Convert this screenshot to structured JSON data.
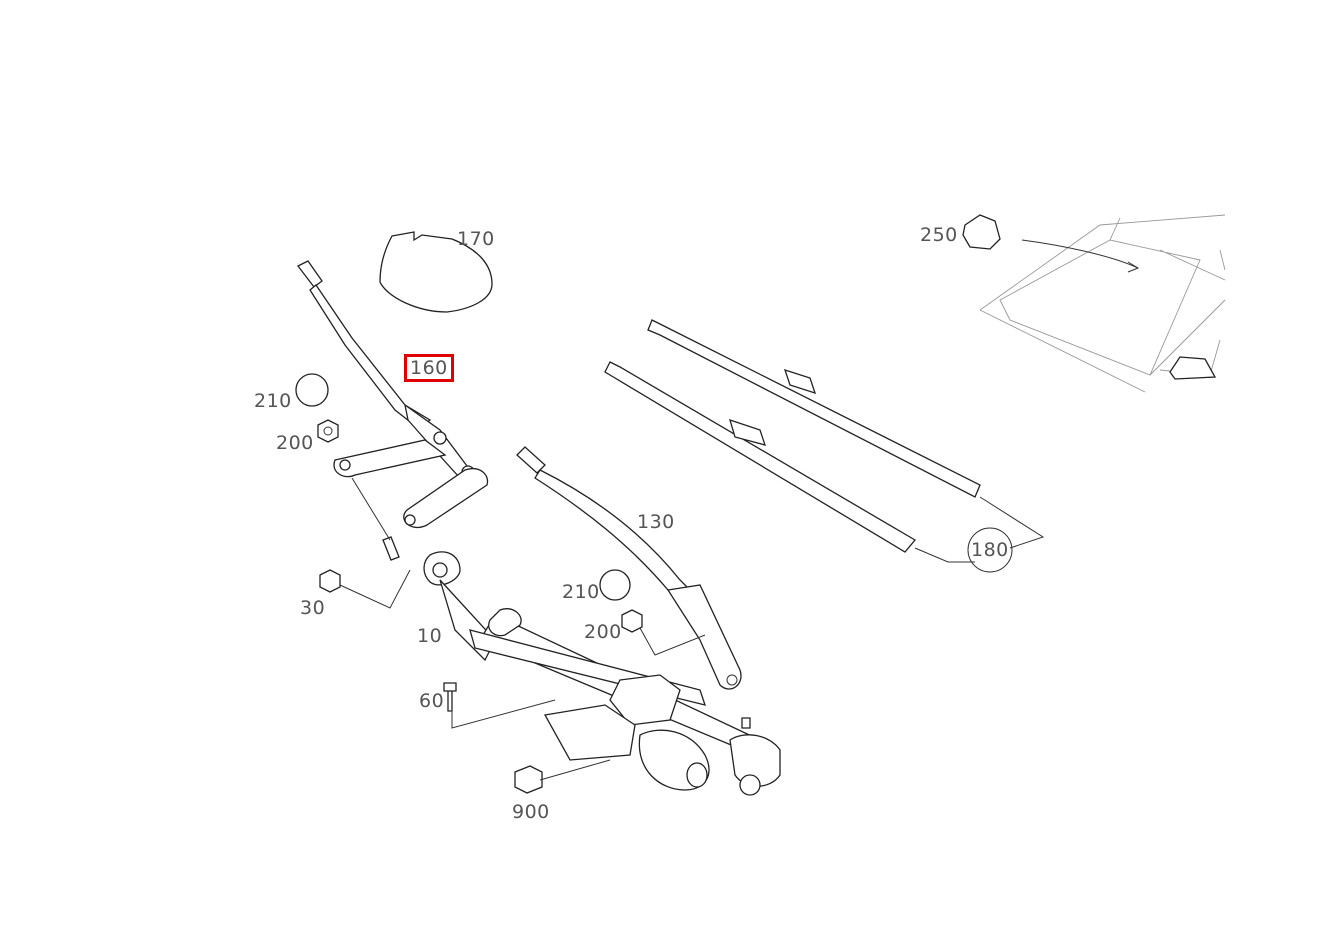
{
  "diagram": {
    "highlight_color": "#e00000",
    "callouts": [
      {
        "id": "170",
        "label": "170"
      },
      {
        "id": "160",
        "label": "160",
        "highlighted": true
      },
      {
        "id": "210a",
        "label": "210"
      },
      {
        "id": "200a",
        "label": "200"
      },
      {
        "id": "130",
        "label": "130"
      },
      {
        "id": "210b",
        "label": "210"
      },
      {
        "id": "200b",
        "label": "200"
      },
      {
        "id": "30",
        "label": "30"
      },
      {
        "id": "10",
        "label": "10"
      },
      {
        "id": "60",
        "label": "60"
      },
      {
        "id": "900",
        "label": "900"
      },
      {
        "id": "180",
        "label": "180"
      },
      {
        "id": "250",
        "label": "250"
      }
    ]
  }
}
